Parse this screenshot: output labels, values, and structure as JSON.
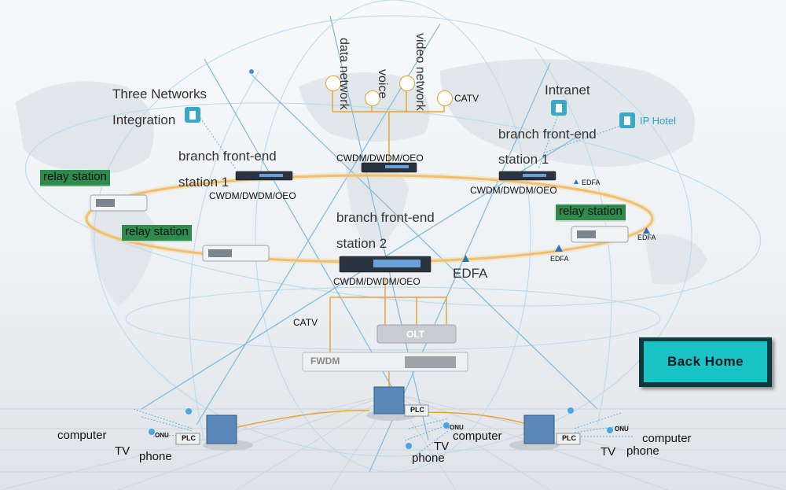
{
  "services": {
    "data_network": "data network",
    "voice": "voice",
    "video_network": "video network",
    "catv": "CATV"
  },
  "labels": {
    "three_networks": "Three Networks",
    "integration": "Integration",
    "intranet": "Intranet",
    "ip_hotel": "IP Hotel",
    "branch_left_1": "branch front-end",
    "branch_left_2": "station 1",
    "branch_right_1": "branch front-end",
    "branch_right_2": "station 1",
    "branch_center_1": "branch front-end",
    "branch_center_2": "station 2",
    "cwdm_left": "CWDM/DWDM/OEO",
    "cwdm_top": "CWDM/DWDM/OEO",
    "cwdm_right": "CWDM/DWDM/OEO",
    "cwdm_center": "CWDM/DWDM/OEO",
    "relay_left_top": "relay station",
    "relay_left_bottom": "relay station",
    "relay_right": "relay station",
    "edfa_right_top": "EDFA",
    "edfa_right_mid": "EDFA",
    "edfa_right_low": "EDFA",
    "edfa_center": "EDFA",
    "catv_bottom": "CATV",
    "olt": "OLT",
    "fwdm": "FWDM",
    "plc_left": "PLC",
    "plc_center": "PLC",
    "plc_right": "PLC",
    "onu_left": "ONU",
    "onu_center": "ONU",
    "onu_right": "ONU",
    "computer_left": "computer",
    "tv_left": "TV",
    "phone_left": "phone",
    "computer_center": "computer",
    "tv_center": "TV",
    "phone_center": "phone",
    "computer_right": "computer",
    "tv_right": "TV",
    "phone_right": "phone"
  },
  "back_home": "Back Home",
  "colors": {
    "ring_orange": "#e8a43a",
    "fiber_blue": "#7fb8dc",
    "relay_green": "#2f8a4e",
    "back_home_bg": "#19c2c4",
    "edfa_blue": "#2a72c2"
  }
}
